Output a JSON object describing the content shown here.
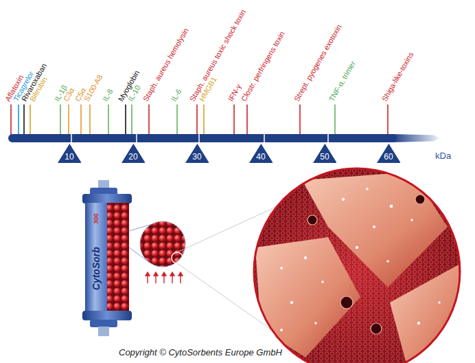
{
  "diagram": {
    "caption": "Copyright © CytoSorbents Europe GmbH",
    "nodes": [
      {
        "text": [
          "10"
        ]
      },
      {
        "text": [
          "20"
        ]
      },
      {
        "text": [
          "30"
        ]
      },
      {
        "text": [
          "40"
        ]
      },
      {
        "text": [
          "50"
        ]
      },
      {
        "text": [
          "60"
        ]
      }
    ],
    "labels": [
      "Aflatoxin",
      "Ticagrelor",
      "Rivaroxaban",
      "Bilirubin",
      "IL-1β",
      "C3α",
      "C5α",
      "S100-A8",
      "IL-8",
      "Myoglobin",
      "IL-10",
      "Staph. aureus hemolysin",
      "IL-6",
      "Staph. aureus toxic shock toxin",
      "HMGB1",
      "IFN-γ",
      "Clostr. perfringens toxin",
      "Strept. pyogenes exotoxin",
      "TNF-α, trimer",
      "Shiga-like-toxins",
      "kDa",
      "CytoSorb",
      "300"
    ]
  }
}
